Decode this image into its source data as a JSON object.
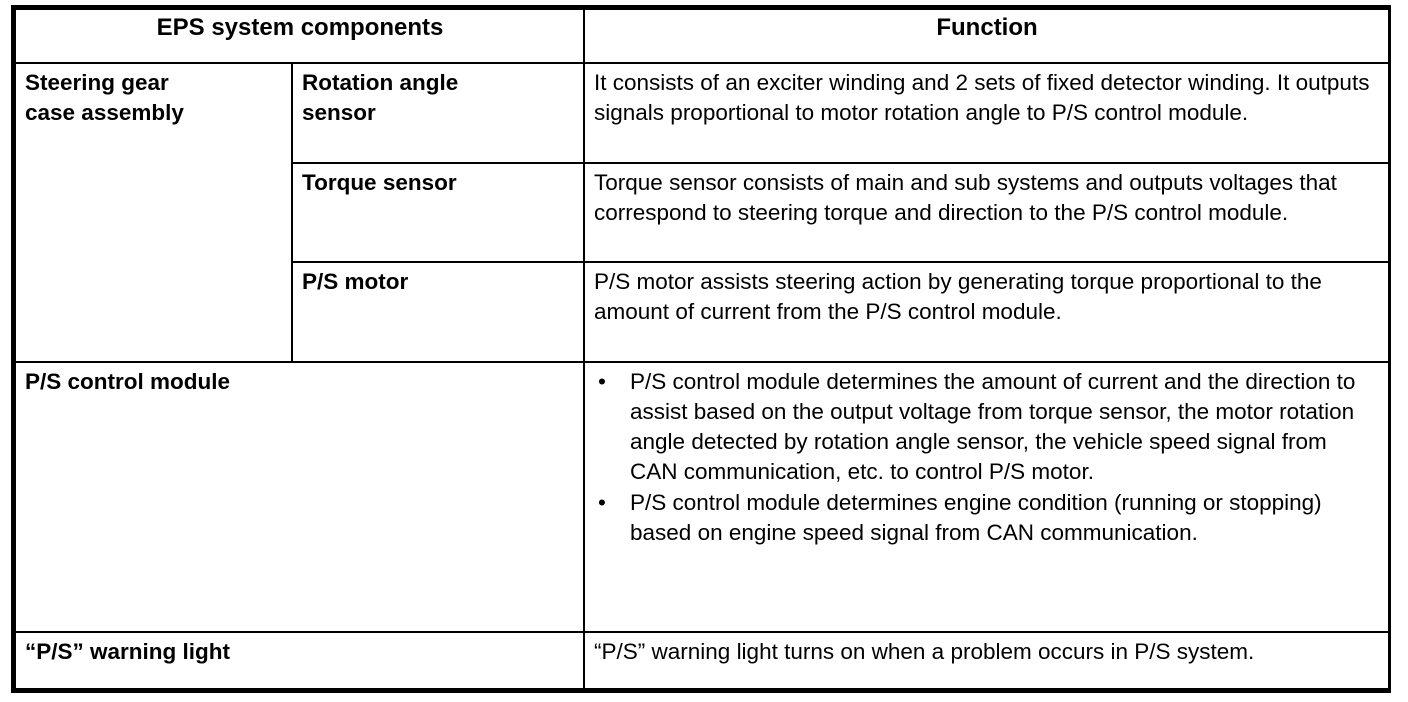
{
  "document": {
    "type": "specification-table",
    "colors": {
      "text": "#000000",
      "background": "#ffffff",
      "border": "#000000"
    }
  },
  "table": {
    "headers": {
      "components": "EPS system components",
      "function": "Function"
    },
    "rows": [
      {
        "group": "Steering gear\ncase assembly",
        "component": "Rotation angle\nsensor",
        "function": "It consists of an exciter winding and 2 sets of fixed detector winding. It outputs signals proportional to motor rotation angle to P/S control module."
      },
      {
        "group": "",
        "component": "Torque sensor",
        "function": "Torque sensor consists of main and sub systems and outputs voltages that correspond to steering torque and direction to the P/S control module."
      },
      {
        "group": "",
        "component": "P/S motor",
        "function": "P/S motor assists steering action by generating torque proportional to the amount of current from the P/S control module."
      }
    ],
    "control_module_row": {
      "label": "P/S control module",
      "bullet_symbol": "•",
      "bullets": [
        "P/S control module determines the amount of current and the direction to assist based on the output voltage from torque sensor, the motor rotation angle detected by rotation angle sensor, the vehicle speed signal from CAN communication, etc. to control P/S motor.",
        "P/S control module determines engine condition (running or stopping) based on engine speed signal from CAN communication."
      ]
    },
    "warning_light_row": {
      "label": "“P/S” warning light",
      "function": "“P/S” warning light turns on when a problem occurs in P/S system."
    }
  }
}
